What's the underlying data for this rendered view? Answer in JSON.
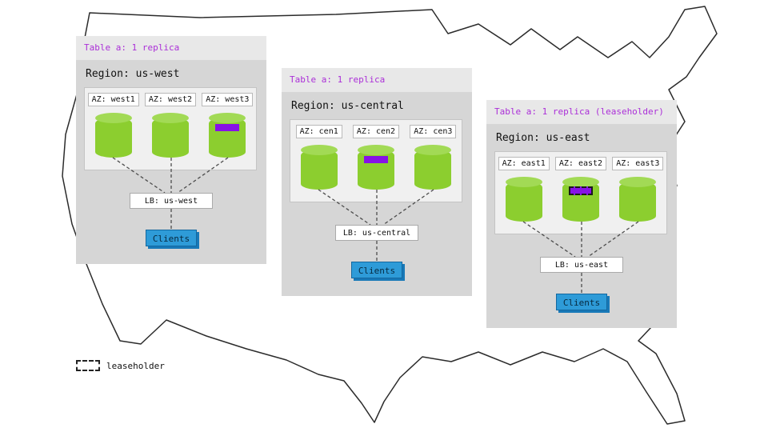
{
  "legend": {
    "label": "leaseholder"
  },
  "regions": [
    {
      "table_label": "Table a: 1 replica",
      "region_label": "Region: us-west",
      "azs": [
        {
          "label": "AZ: west1",
          "replica": false,
          "leaseholder": false
        },
        {
          "label": "AZ: west2",
          "replica": false,
          "leaseholder": false
        },
        {
          "label": "AZ: west3",
          "replica": true,
          "leaseholder": false
        }
      ],
      "lb_label": "LB: us-west",
      "clients_label": "Clients"
    },
    {
      "table_label": "Table a: 1 replica",
      "region_label": "Region: us-central",
      "azs": [
        {
          "label": "AZ: cen1",
          "replica": false,
          "leaseholder": false
        },
        {
          "label": "AZ: cen2",
          "replica": true,
          "leaseholder": false
        },
        {
          "label": "AZ: cen3",
          "replica": false,
          "leaseholder": false
        }
      ],
      "lb_label": "LB: us-central",
      "clients_label": "Clients"
    },
    {
      "table_label": "Table a: 1 replica (leaseholder)",
      "region_label": "Region: us-east",
      "azs": [
        {
          "label": "AZ: east1",
          "replica": false,
          "leaseholder": false
        },
        {
          "label": "AZ: east2",
          "replica": true,
          "leaseholder": true
        },
        {
          "label": "AZ: east3",
          "replica": false,
          "leaseholder": false
        }
      ],
      "lb_label": "LB: us-east",
      "clients_label": "Clients"
    }
  ],
  "colors": {
    "panel": "#d6d6d6",
    "header_strip": "#e8e8e8",
    "inner": "#f0f0f0",
    "header_text": "#ab2fd8",
    "replica": "#8712e6",
    "cylinder": "#8cce2f",
    "cylinder_top": "#a2da55",
    "clients": "#2e9bd8",
    "clients_stack": "#1879b8",
    "connector": "#4d4d4d",
    "map_outline": "#2b2b2b"
  }
}
